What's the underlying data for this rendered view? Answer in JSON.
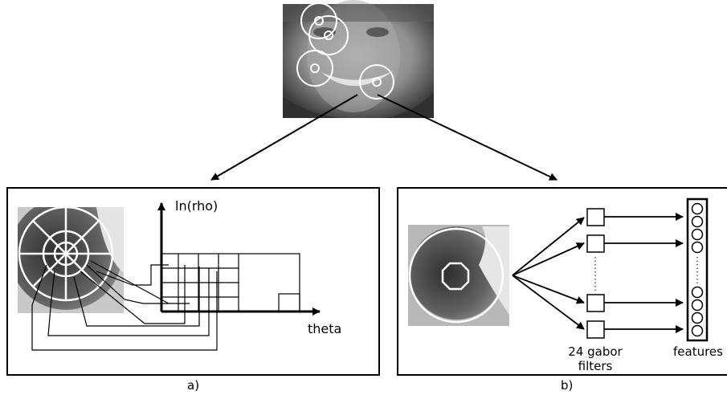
{
  "panel_a": {
    "y_axis_label": "ln(rho)",
    "x_axis_label": "theta",
    "caption": "a)"
  },
  "panel_b": {
    "filters_label_line1": "24 gabor",
    "filters_label_line2": "filters",
    "features_label": "features",
    "caption": "b)"
  },
  "colors": {
    "stroke": "#000000",
    "highlight_circles": "#ffffff",
    "face_photo_bg": "#8a8a8a",
    "patch_dark": "#4a4a4a",
    "patch_light": "#d8d8d8"
  }
}
